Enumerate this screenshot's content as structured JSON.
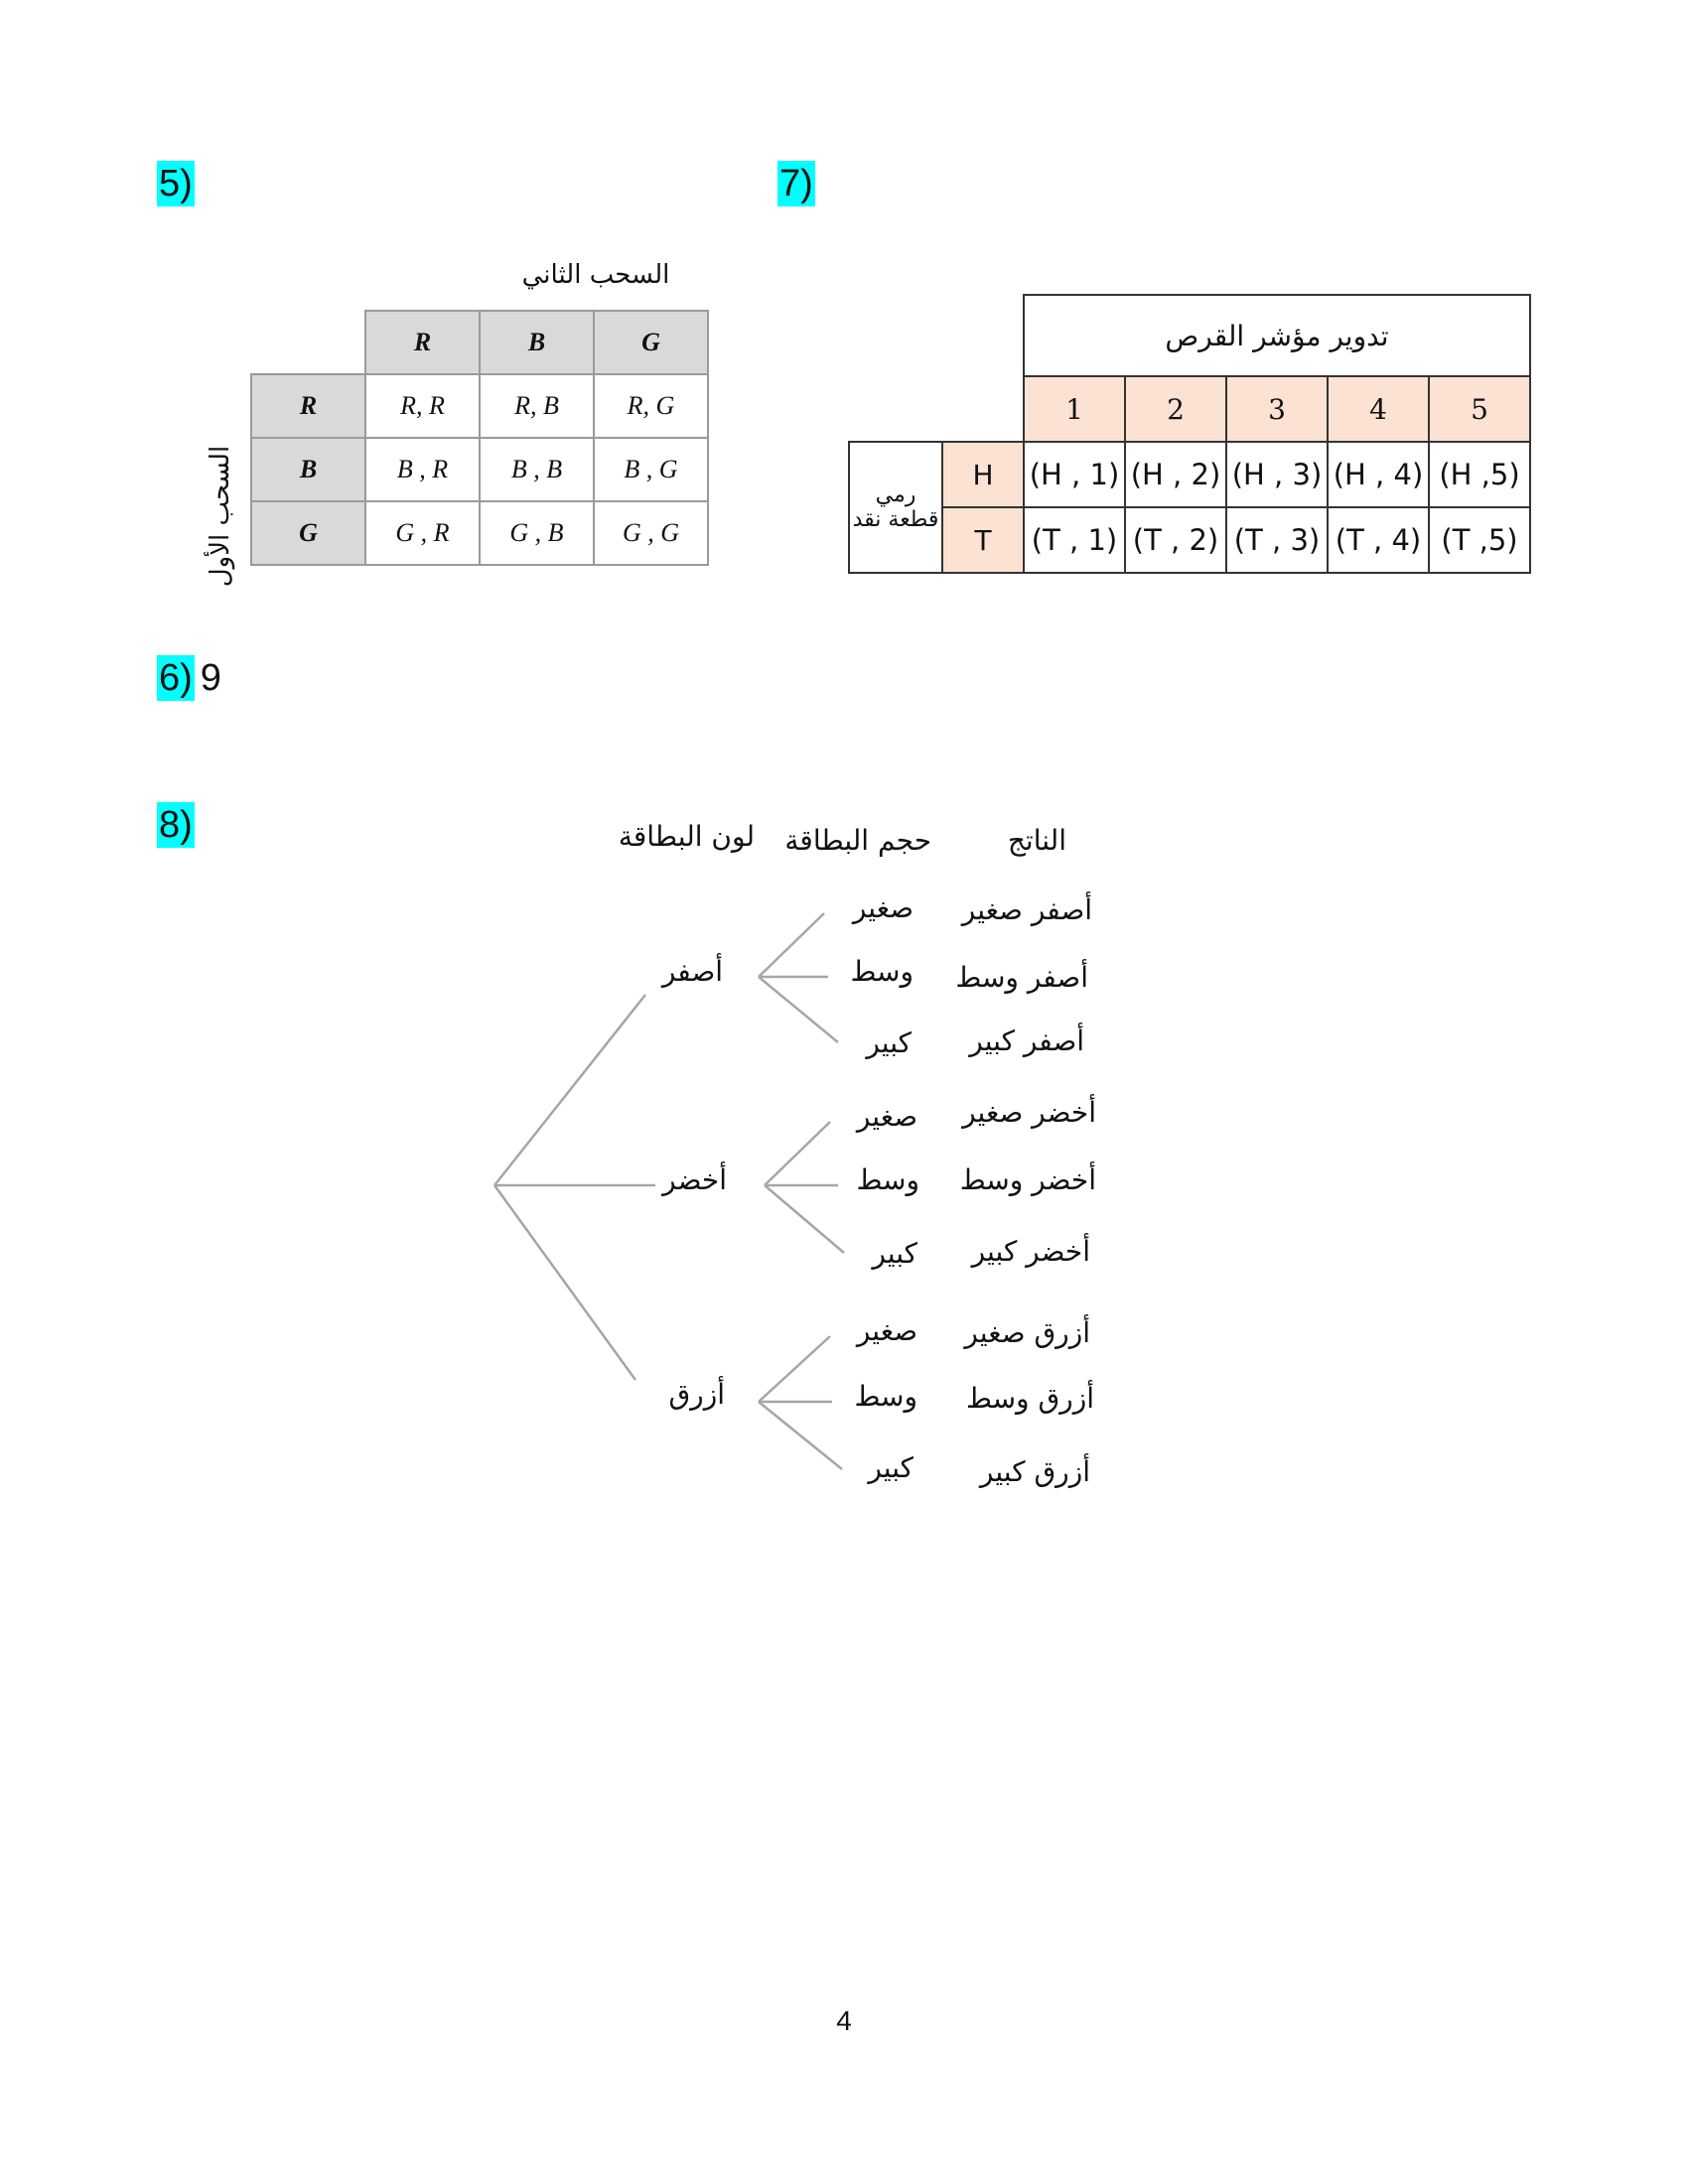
{
  "questions": {
    "q5": {
      "label": "5)"
    },
    "q7": {
      "label": "7)"
    },
    "q6": {
      "label": "6)",
      "answer": "9"
    },
    "q8": {
      "label": "8)"
    }
  },
  "q5_table": {
    "column_title": "السحب الثاني",
    "row_title": "السحب الأول",
    "column_headers": [
      "R",
      "B",
      "G"
    ],
    "rows": [
      {
        "header": "R",
        "cells": [
          "R, R",
          "R, B",
          "R, G"
        ]
      },
      {
        "header": "B",
        "cells": [
          "B , R",
          "B , B",
          "B , G"
        ]
      },
      {
        "header": "G",
        "cells": [
          "G , R",
          "G , B",
          "G , G"
        ]
      }
    ]
  },
  "q7_table": {
    "column_title": "تدوير مؤشر القرص",
    "row_title_line1": "رمي",
    "row_title_line2": "قطعة نقد",
    "column_headers": [
      "1",
      "2",
      "3",
      "4",
      "5"
    ],
    "rows": [
      {
        "header": "H",
        "cells": [
          "(H , 1)",
          "(H , 2)",
          "(H , 3)",
          "(H , 4)",
          "(H ,5)"
        ]
      },
      {
        "header": "T",
        "cells": [
          "(T , 1)",
          "(T , 2)",
          "(T , 3)",
          "(T , 4)",
          "(T ,5)"
        ]
      }
    ]
  },
  "tree": {
    "header_color": "لون البطاقة",
    "header_size": "حجم البطاقة",
    "header_result": "الناتج",
    "colors": [
      {
        "name": "أصفر",
        "sizes": [
          "صغير",
          "وسط",
          "كبير"
        ],
        "results": [
          "أصفر صغير",
          "أصفر وسط",
          "أصفر كبير"
        ]
      },
      {
        "name": "أخضر",
        "sizes": [
          "صغير",
          "وسط",
          "كبير"
        ],
        "results": [
          "أخضر صغير",
          "أخضر وسط",
          "أخضر كبير"
        ]
      },
      {
        "name": "أزرق",
        "sizes": [
          "صغير",
          "وسط",
          "كبير"
        ],
        "results": [
          "أزرق صغير",
          "أزرق وسط",
          "أزرق كبير"
        ]
      }
    ]
  },
  "page_number": "4",
  "colors": {
    "highlight": "#00ffff",
    "q5_header_fill": "#d9d9d9",
    "q7_header_fill": "#fbe2d3",
    "tree_line": "#a6a6a6"
  }
}
